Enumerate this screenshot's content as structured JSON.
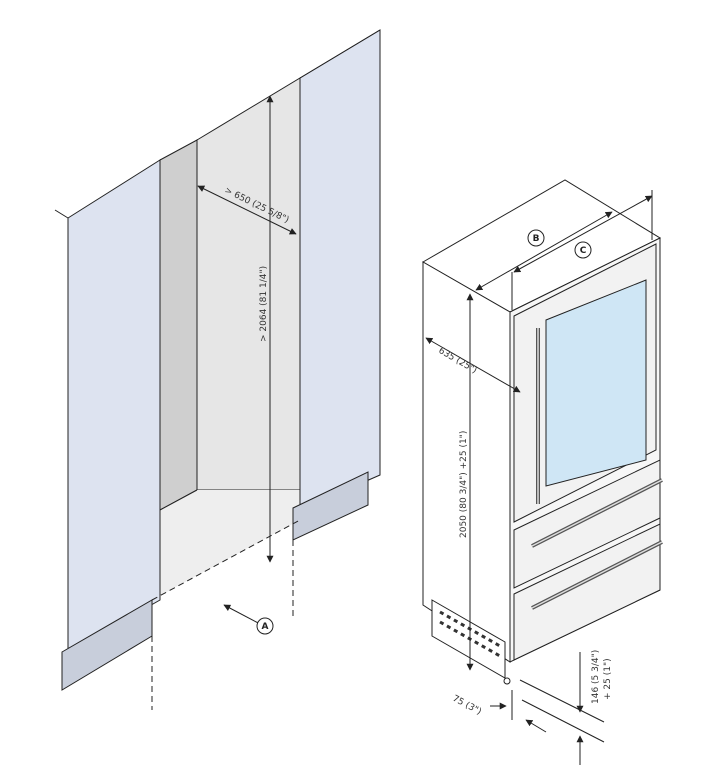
{
  "diagram": {
    "callouts": [
      "A",
      "B",
      "C"
    ],
    "dimensions": {
      "niche_depth": "> 650 (25 5/8\")",
      "niche_height": "> 2064 (81 1/4\")",
      "appliance_height": "2050 (80 3/4\") +25 (1\")",
      "appliance_depth": "635 (25\")",
      "toe_kick_height": "146 (5 3/4\")",
      "toe_kick_height_tol": "+ 25 (1\")",
      "toe_kick_depth": "75 (3\")"
    },
    "colors": {
      "cabinet_side": "#dde3f0",
      "cabinet_back": "#e6e6e6",
      "niche_shadow": "#cfcfcf",
      "glass": "#cfe6f5",
      "base_block": "#c8cedb",
      "line": "#222222"
    }
  }
}
